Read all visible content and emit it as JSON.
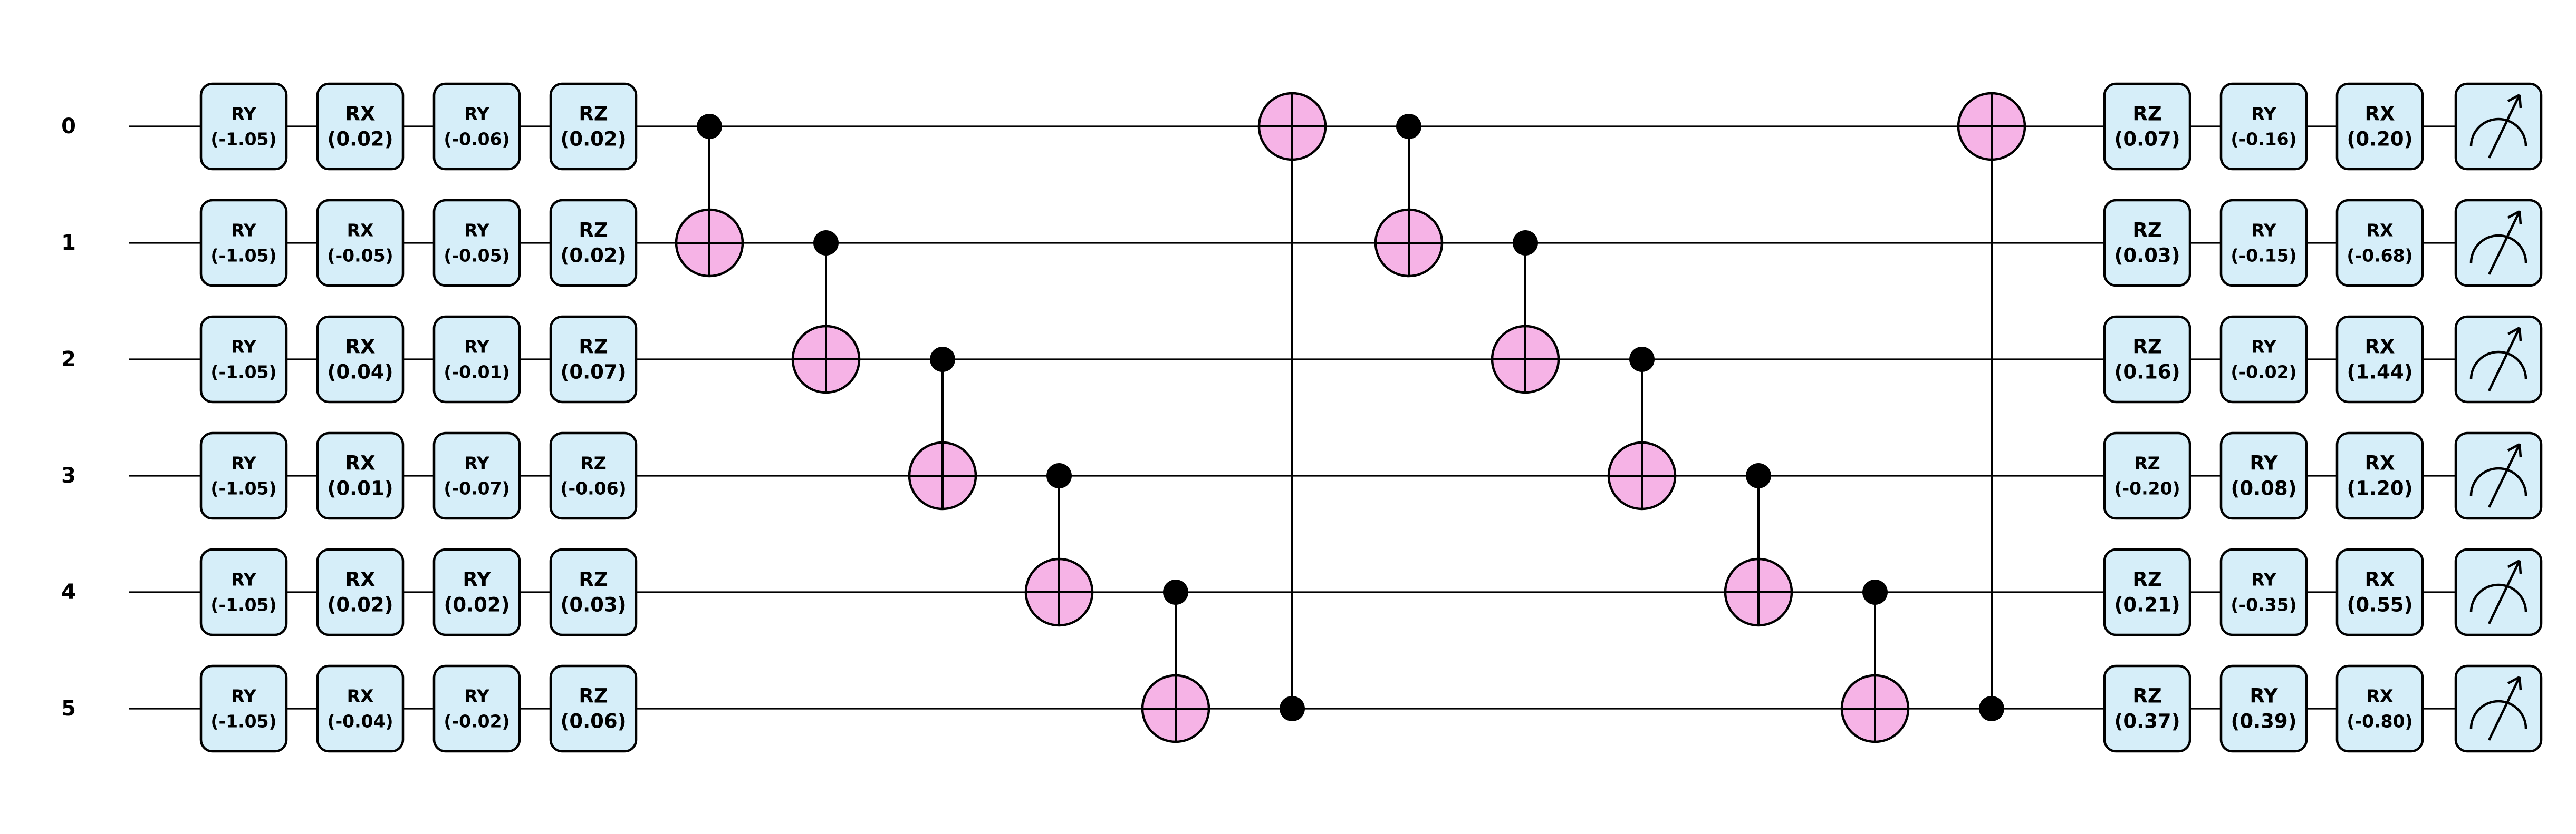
{
  "qubits": [
    "0",
    "1",
    "2",
    "3",
    "4",
    "5"
  ],
  "colors": {
    "rotation_gate_fill": "#d6eef9",
    "target_fill": "#f6b3e6",
    "line": "#000000",
    "control": "#000000"
  },
  "rotation_layers_start": [
    {
      "gate": "RY",
      "params": [
        "(-1.05)",
        "(-1.05)",
        "(-1.05)",
        "(-1.05)",
        "(-1.05)",
        "(-1.05)"
      ]
    },
    {
      "gate": "RX",
      "params": [
        "(0.02)",
        "(-0.05)",
        "(0.04)",
        "(0.01)",
        "(0.02)",
        "(-0.04)"
      ]
    },
    {
      "gate": "RY",
      "params": [
        "(-0.06)",
        "(-0.05)",
        "(-0.01)",
        "(-0.07)",
        "(0.02)",
        "(-0.02)"
      ]
    },
    {
      "gate": "RZ",
      "params": [
        "(0.02)",
        "(0.02)",
        "(0.07)",
        "(-0.06)",
        "(0.03)",
        "(0.06)"
      ]
    }
  ],
  "entangling_block_1": [
    {
      "control": 0,
      "target": 1
    },
    {
      "control": 1,
      "target": 2
    },
    {
      "control": 2,
      "target": 3
    },
    {
      "control": 3,
      "target": 4
    },
    {
      "control": 4,
      "target": 5
    },
    {
      "control": 5,
      "target": 0
    }
  ],
  "entangling_block_2": [
    {
      "control": 0,
      "target": 1
    },
    {
      "control": 1,
      "target": 2
    },
    {
      "control": 2,
      "target": 3
    },
    {
      "control": 3,
      "target": 4
    },
    {
      "control": 4,
      "target": 5
    },
    {
      "control": 5,
      "target": 0
    }
  ],
  "rotation_layers_end": [
    {
      "gate": "RZ",
      "params": [
        "(0.07)",
        "(0.03)",
        "(0.16)",
        "(-0.20)",
        "(0.21)",
        "(0.37)"
      ]
    },
    {
      "gate": "RY",
      "params": [
        "(-0.16)",
        "(-0.15)",
        "(-0.02)",
        "(0.08)",
        "(-0.35)",
        "(0.39)"
      ]
    },
    {
      "gate": "RX",
      "params": [
        "(0.20)",
        "(-0.68)",
        "(1.44)",
        "(1.20)",
        "(0.55)",
        "(-0.80)"
      ]
    }
  ],
  "measurement": {
    "icon": "meter-icon",
    "on_all_qubits": true
  }
}
